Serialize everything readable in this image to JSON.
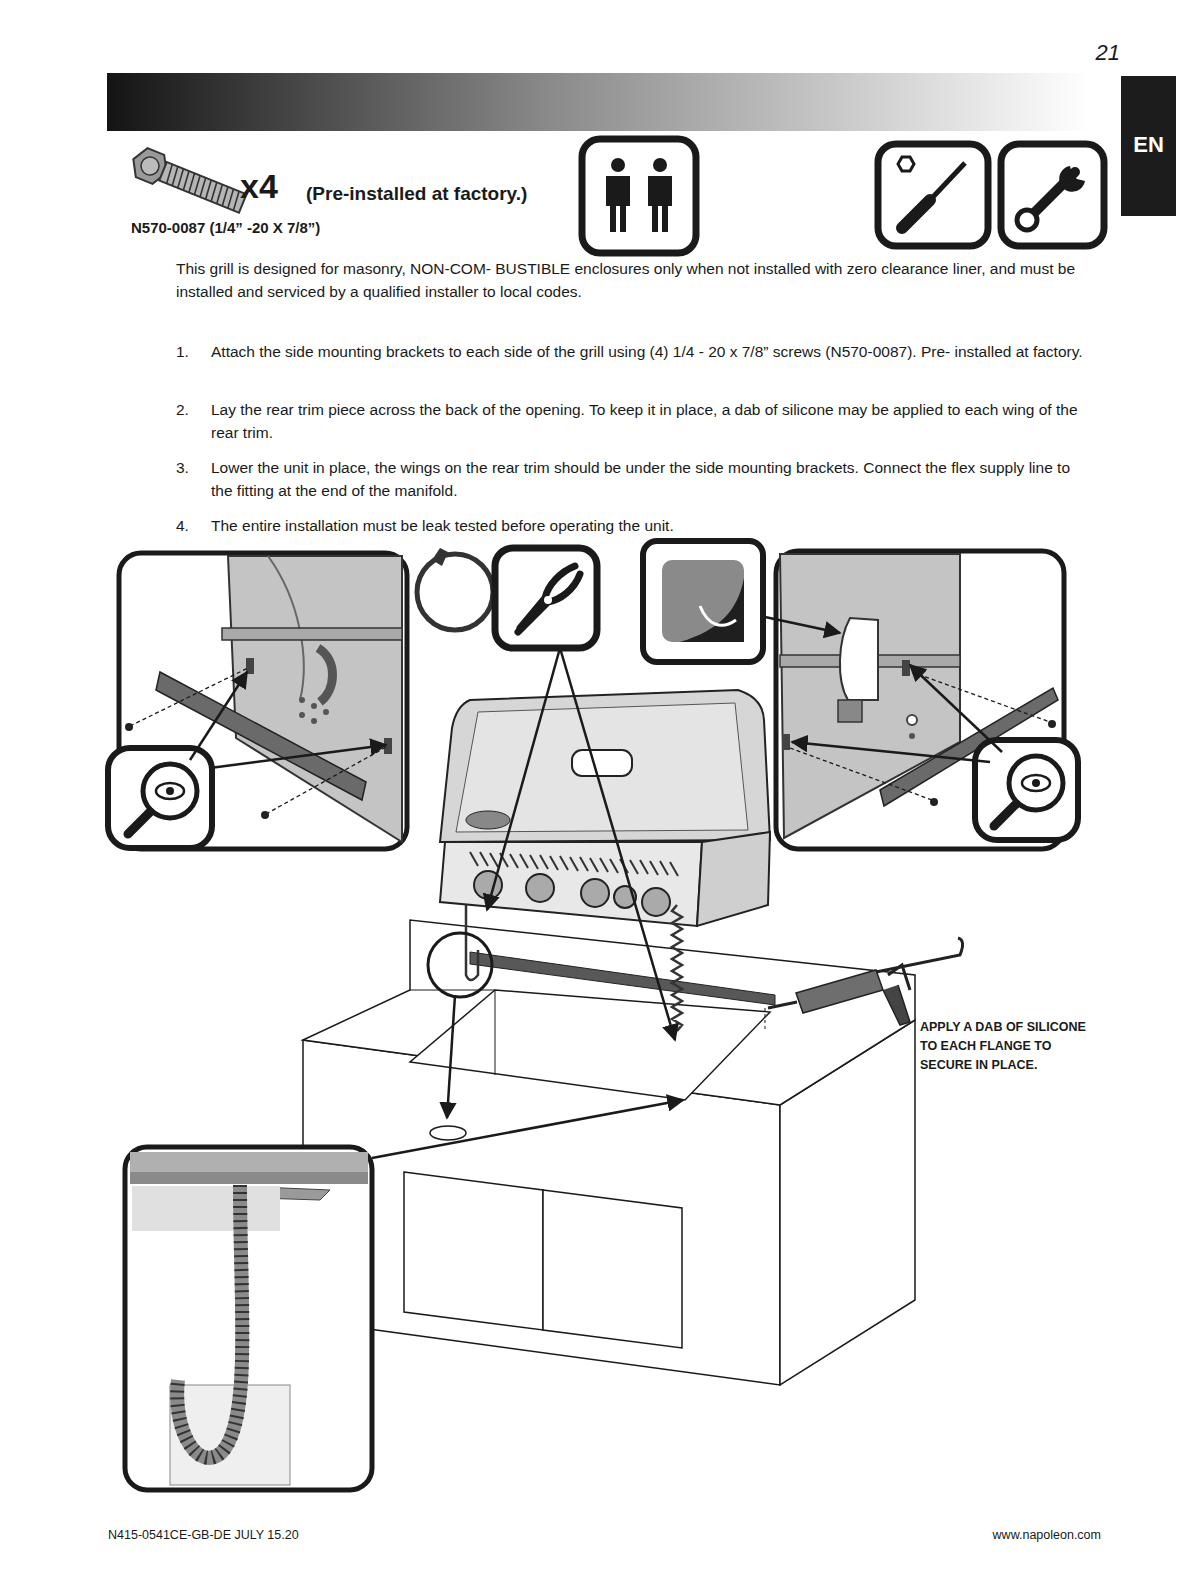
{
  "diagram": {
    "nodes": [
      {
        "text": [
          "EN"
        ]
      }
    ],
    "labels": [
      "21",
      "x4",
      "(Pre-installed at factory.)",
      "N570-0087 (1/4” -20 X 7/8”)",
      "This grill is designed for masonry, NON-COM- BUSTIBLE enclosures only when not installed with zero clearance liner, and must be installed and serviced by a qualified installer to local codes.",
      "1.",
      "Attach the side mounting brackets to each side of the grill using (4) 1/4 - 20 x 7/8” screws (N570-0087). Pre- installed at factory.",
      "2.",
      "Lay the rear trim piece across the back of the opening. To keep it in place, a dab of silicone may be applied to each wing of the rear trim.",
      "3.",
      "Lower the unit in place, the wings on the rear trim should be under the side mounting brackets. Connect the flex supply line to the fitting at the end of the manifold.",
      "4.",
      "The entire installation must be leak tested before operating the unit.",
      "APPLY  A DAB OF SILICONE TO EACH FLANGE TO SECURE IN PLACE.",
      "N415-0541CE-GB-DE JULY 15.20",
      "www.napoleon.com"
    ]
  }
}
